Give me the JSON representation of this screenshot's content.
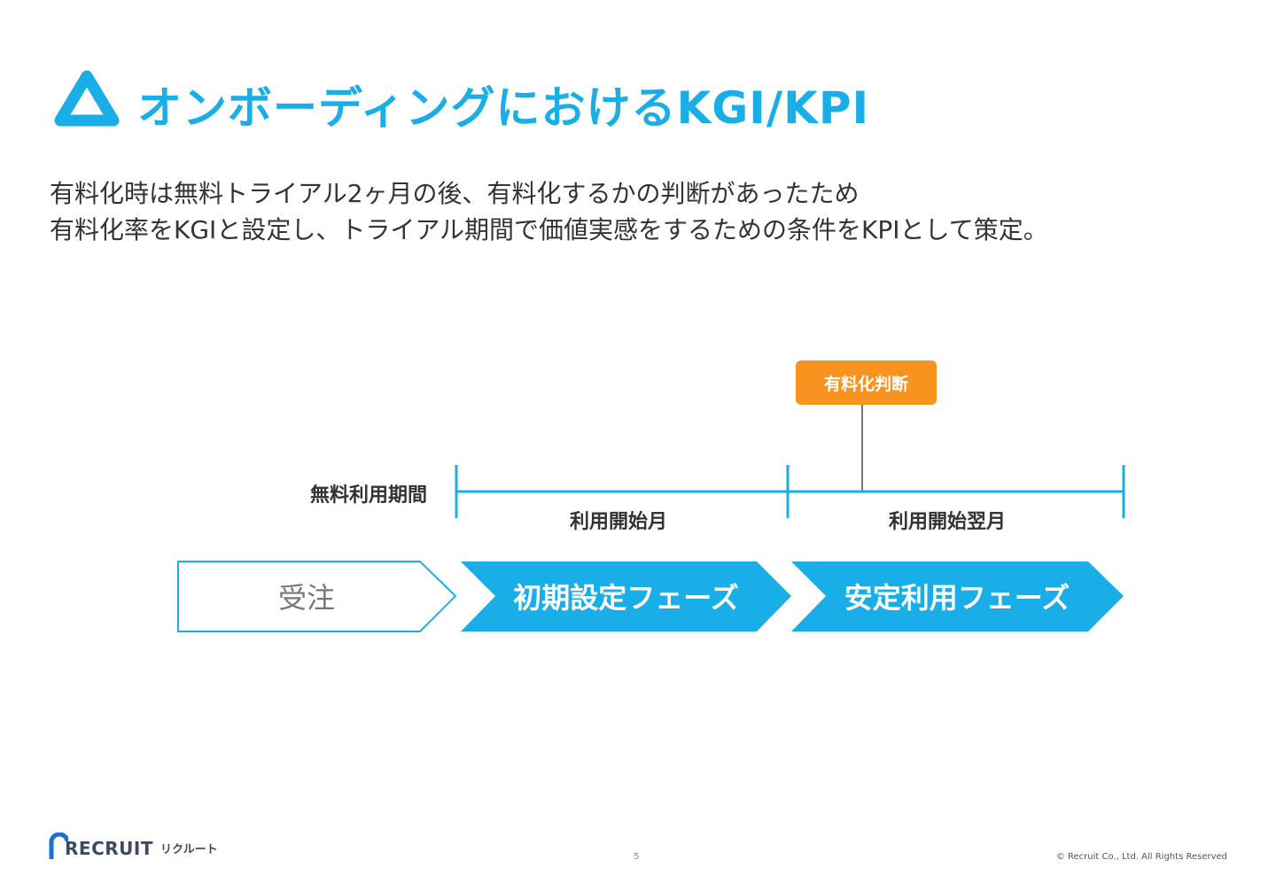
{
  "title": "オンボーディングにおけるKGI/KPI",
  "body": {
    "line1": "有料化時は無料トライアル2ヶ月の後、有料化するかの判断があったため",
    "line2": "有料化率をKGIと設定し、トライアル期間で価値実感をするための条件をKPIとして策定。"
  },
  "diagram": {
    "judgement_label": "有料化判断",
    "period_label": "無料利用期間",
    "month1_label": "利用開始月",
    "month2_label": "利用開始翌月",
    "phases": [
      "受注",
      "初期設定フェーズ",
      "安定利用フェーズ"
    ]
  },
  "colors": {
    "accent": "#1aaee8",
    "orange": "#f7931e"
  },
  "footer": {
    "logo_text": "RECRUIT",
    "logo_kana": "リクルート",
    "page": "5",
    "copyright": "© Recruit Co., Ltd. All Rights Reserved"
  }
}
